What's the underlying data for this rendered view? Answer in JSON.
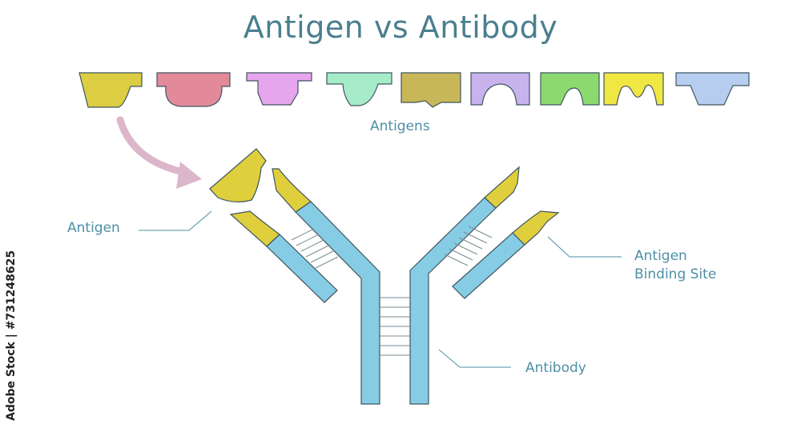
{
  "title": "Antigen vs Antibody",
  "labels": {
    "antigens": "Antigens",
    "antigen": "Antigen",
    "binding_site_line1": "Antigen",
    "binding_site_line2": "Binding Site",
    "antibody": "Antibody"
  },
  "watermark": "Adobe Stock | #731248625",
  "colors": {
    "heavy_chain": "#86cce4",
    "variable_region": "#e0cf3d",
    "arrow": "#dcb6ca",
    "outline": "#3f5560",
    "label_text": "#4d8fa6",
    "title_text": "#4a7f8e"
  },
  "antigen_shapes": [
    {
      "icon": "rounded-notch",
      "color": "#dccd43"
    },
    {
      "icon": "wide-rounded-notch",
      "color": "#e28a9a"
    },
    {
      "icon": "stepped-notch",
      "color": "#e7a5ed"
    },
    {
      "icon": "curved-notch",
      "color": "#a7ecc9"
    },
    {
      "icon": "spiked-block",
      "color": "#c8b758"
    },
    {
      "icon": "arch-block",
      "color": "#c8b3ec"
    },
    {
      "icon": "hook-block",
      "color": "#8cd970"
    },
    {
      "icon": "wave-block",
      "color": "#f0e743"
    },
    {
      "icon": "trapezoid-notch",
      "color": "#b7cdf0"
    }
  ]
}
